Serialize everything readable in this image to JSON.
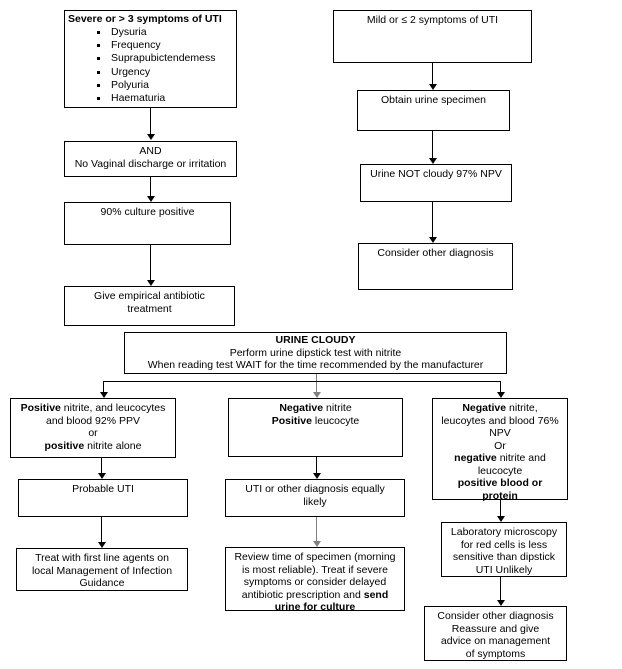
{
  "document": {
    "title": "UTI diagnosis and management flowchart",
    "type": "clinical-decision-flowchart",
    "background_color": "#ffffff",
    "line_color": "#000000",
    "accent_line_color": "#808080"
  },
  "nodes": {
    "severe_symptoms": {
      "header": "Severe or > 3 symptoms of UTI",
      "items": [
        "Dysuria",
        "Frequency",
        "Suprapubictendemess",
        "Urgency",
        "Polyuria",
        "Haematuria"
      ]
    },
    "mild_symptoms": {
      "line1": "Mild or ≤ 2 symptoms of UTI"
    },
    "and_no_discharge": {
      "line1": "AND",
      "line2": "No Vaginal discharge or irritation"
    },
    "culture_positive": {
      "line1": "90% culture positive"
    },
    "empirical_antibiotic": {
      "line1": "Give empirical antibiotic",
      "line2": "treatment"
    },
    "obtain_specimen": {
      "line1": "Obtain urine specimen"
    },
    "urine_not_cloudy": {
      "line1": "Urine NOT cloudy 97% NPV"
    },
    "consider_other_diagnosis_right": {
      "line1": "Consider other diagnosis"
    },
    "urine_cloudy": {
      "line1": "URINE CLOUDY",
      "line2": "Perform urine dipstick test with nitrite",
      "line3": "When reading test WAIT for the time recommended by the manufacturer"
    },
    "positive_nitrite": {
      "line1_bold": "Positive",
      "line1_rest": " nitrite, and leucocytes",
      "line2": "and blood 92% PPV",
      "line3": "or",
      "line4_bold": "positive",
      "line4_rest": " nitrite alone"
    },
    "negative_nitrite_positive_leucocyte": {
      "line1_bold": "Negative",
      "line1_rest": " nitrite",
      "line2_bold": "Positive",
      "line2_rest": " leucocyte"
    },
    "negative_all": {
      "line1_bold": "Negative",
      "line1_rest": " nitrite,",
      "line2": "leucoytes and blood 76%",
      "line3": "NPV",
      "line4": "Or",
      "line5_bold": "negative",
      "line5_rest": " nitrite and",
      "line6": "leucocyte",
      "line7_bold": "positive blood or",
      "line8_bold": "protein"
    },
    "probable_uti": {
      "line1": "Probable UTI"
    },
    "uti_or_other": {
      "line1": "UTI or other diagnosis equally",
      "line2": "likely"
    },
    "lab_microscopy": {
      "line1": "Laboratory microscopy",
      "line2": "for red cells is less",
      "line3": "sensitive than dipstick",
      "line4": "UTI Unlikely"
    },
    "treat_first_line": {
      "line1": "Treat with first line agents on",
      "line2": "local Management of Infection",
      "line3": "Guidance"
    },
    "review_specimen": {
      "line1": "Review time of specimen (morning",
      "line2": "is most reliable). Treat if severe",
      "line3": "symptoms or consider delayed",
      "line4_plain": "antibiotic prescription and ",
      "line4_bold": "send",
      "line5_bold": "urine for culture"
    },
    "consider_other_reassure": {
      "line1": "Consider other diagnosis",
      "line2": "Reassure and give",
      "line3": "advice on management",
      "line4": "of symptoms"
    }
  }
}
